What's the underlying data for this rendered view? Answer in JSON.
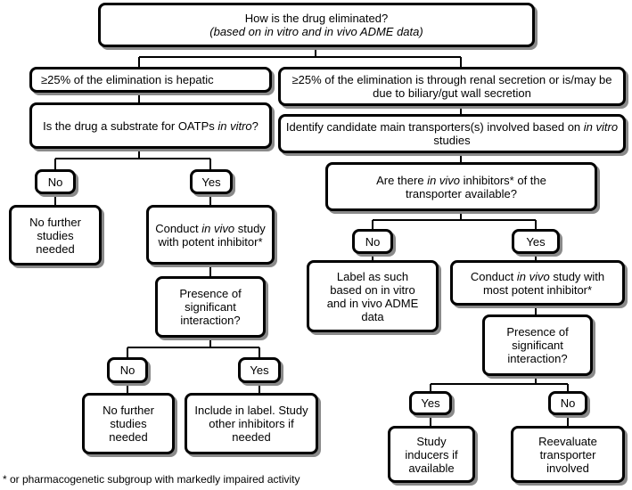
{
  "root": {
    "line1": "How is the drug eliminated?",
    "line2_pre": "(based on ",
    "line2_em1": "in vitro",
    "line2_mid": " and ",
    "line2_em2": "in vivo",
    "line2_post": " ADME data)"
  },
  "left_branch": {
    "hepatic": "≥25% of the elimination is hepatic",
    "oatp_q_pre": "Is the drug a substrate for OATPs ",
    "oatp_q_em": "in vitro",
    "oatp_q_post": "?",
    "no": "No",
    "yes": "Yes",
    "no_further_1": "No further studies needed",
    "conduct_pre": "Conduct ",
    "conduct_em": "in vivo",
    "conduct_post": " study with potent inhibitor*",
    "presence_q": "Presence of significant interaction?",
    "no2": "No",
    "yes2": "Yes",
    "no_further_2": "No further studies needed",
    "include_label": "Include in label. Study other inhibitors if needed"
  },
  "right_branch": {
    "renal": "≥25% of the elimination is through renal secretion or is/may be due to biliary/gut wall secretion",
    "identify_pre": "Identify candidate main transporters(s) involved based on ",
    "identify_em": "in vitro",
    "identify_post": " studies",
    "inhib_q_pre": "Are there ",
    "inhib_q_em": "in vivo",
    "inhib_q_post": " inhibitors* of the transporter available?",
    "no": "No",
    "yes": "Yes",
    "label_as_such": "Label as such based on in vitro and in vivo ADME data",
    "conduct_pre": "Conduct ",
    "conduct_em": "in vivo",
    "conduct_post": " study with most potent inhibitor*",
    "presence_q": "Presence of significant interaction?",
    "yes2": "Yes",
    "no2": "No",
    "study_inducers": "Study inducers if available",
    "reevaluate": "Reevaluate transporter involved"
  },
  "footnote": "* or pharmacogenetic subgroup with markedly impaired activity"
}
